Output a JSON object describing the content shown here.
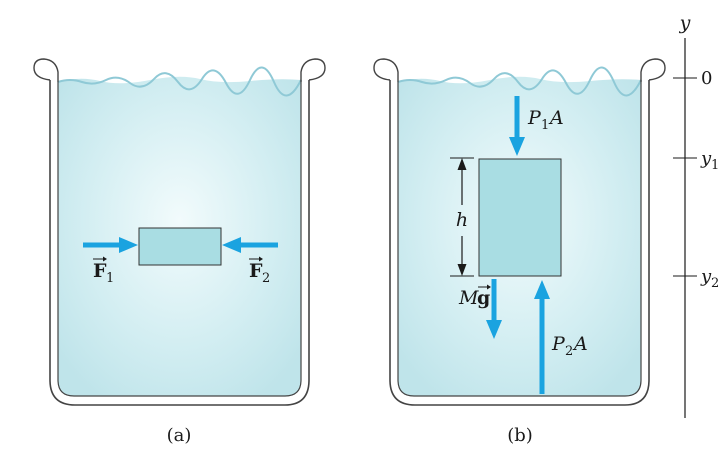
{
  "panel_a": {
    "caption": "(a)",
    "force_left": {
      "symbol": "F",
      "subscript": "1"
    },
    "force_right": {
      "symbol": "F",
      "subscript": "2"
    }
  },
  "panel_b": {
    "caption": "(b)",
    "top_force": {
      "symbol": "P",
      "subscript": "1",
      "suffix": "A"
    },
    "bottom_force": {
      "symbol": "P",
      "subscript": "2",
      "suffix": "A"
    },
    "weight": {
      "mass": "M",
      "vector": "g"
    },
    "height_label": "h"
  },
  "axis": {
    "label": "y",
    "ticks": [
      {
        "symbol": "0",
        "subscript": ""
      },
      {
        "symbol": "y",
        "subscript": "1"
      },
      {
        "symbol": "y",
        "subscript": "2"
      }
    ]
  },
  "colors": {
    "water": "#c9e9ee",
    "water_light": "#eef9fb",
    "block": "#a9dde3",
    "arrow": "#1aa3e0",
    "outline": "#333333"
  }
}
